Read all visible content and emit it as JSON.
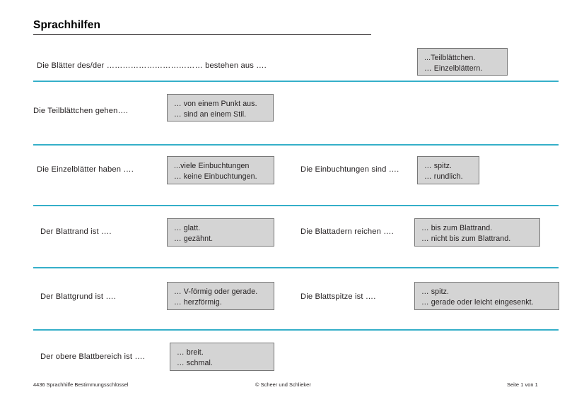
{
  "document": {
    "title": "Sprachhilfen",
    "accent_color": "#35afc9",
    "box_fill": "#d4d4d4",
    "box_border": "#777777",
    "text_color": "#231f20"
  },
  "rows": [
    {
      "left": {
        "prompt": "Die Blätter des/der ……………………………… bestehen aus ….",
        "options": []
      },
      "right": {
        "prompt": "",
        "options": [
          "...Teilblättchen.",
          "… Einzelblättern."
        ]
      }
    },
    {
      "left": {
        "prompt": "Die Teilblättchen gehen….",
        "options": [
          "… von einem Punkt aus.",
          "… sind an einem Stil."
        ]
      },
      "right": {
        "prompt": "",
        "options": []
      }
    },
    {
      "left": {
        "prompt": "Die Einzelblätter haben ….",
        "options": [
          "...viele Einbuchtungen",
          "… keine Einbuchtungen."
        ]
      },
      "right": {
        "prompt": "Die Einbuchtungen sind ….",
        "options": [
          "… spitz.",
          "… rundlich."
        ]
      }
    },
    {
      "left": {
        "prompt": "Der Blattrand ist ….",
        "options": [
          "… glatt.",
          "… gezähnt."
        ]
      },
      "right": {
        "prompt": "Die Blattadern reichen ….",
        "options": [
          "… bis zum Blattrand.",
          "… nicht bis zum Blattrand."
        ]
      }
    },
    {
      "left": {
        "prompt": "Der Blattgrund ist ….",
        "options": [
          "… V-förmig oder gerade.",
          "… herzförmig."
        ]
      },
      "right": {
        "prompt": "Die Blattspitze ist ….",
        "options": [
          "… spitz.",
          "… gerade oder leicht eingesenkt."
        ]
      }
    },
    {
      "left": {
        "prompt": "Der obere Blattbereich ist ….",
        "options": [
          "… breit.",
          "… schmal."
        ]
      },
      "right": {
        "prompt": "",
        "options": []
      }
    }
  ],
  "footer": {
    "left": "4436 Sprachhilfe Bestimmungsschlüssel",
    "center": "© Scheer und Schlieker",
    "right": "Seite 1 von 1"
  }
}
